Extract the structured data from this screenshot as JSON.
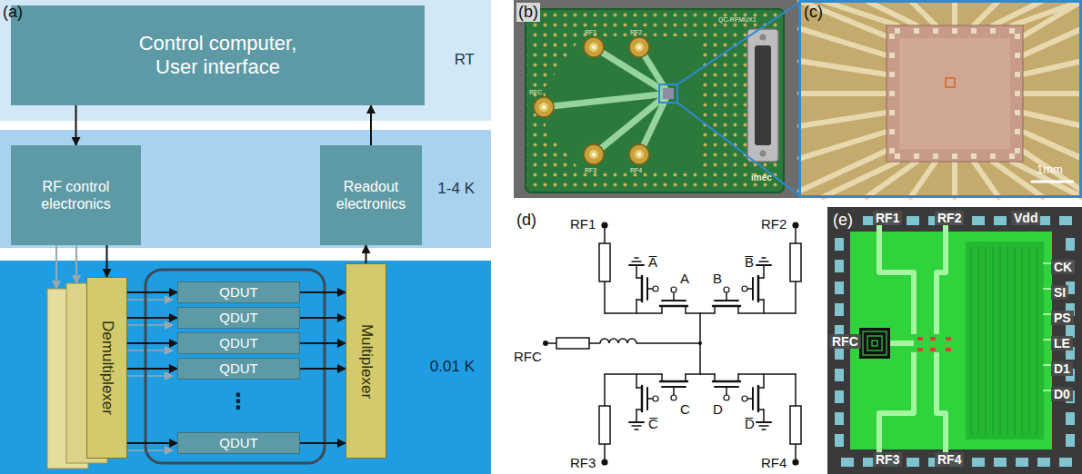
{
  "diagram": {
    "nodes": [
      {
        "text": [
          "RT"
        ]
      },
      {
        "text": [
          "Control computer, User interface"
        ],
        "in": 0
      },
      {
        "text": [
          "1-4 K"
        ]
      },
      {
        "text": [
          "RF control electronics"
        ],
        "in": 2
      },
      {
        "text": [
          "Readout electronics"
        ],
        "in": 2
      },
      {
        "text": [
          "0.01 K"
        ]
      },
      {
        "text": [
          "Demultiplexer"
        ],
        "in": 5
      },
      {
        "text": [
          "QDUT"
        ],
        "in": 5
      },
      {
        "text": [
          "QDUT"
        ],
        "in": 5
      },
      {
        "text": [
          "QDUT"
        ],
        "in": 5
      },
      {
        "text": [
          "QDUT"
        ],
        "in": 5
      },
      {
        "text": [
          "QDUT"
        ],
        "in": 5
      },
      {
        "text": [
          "Multiplexer"
        ],
        "in": 5
      }
    ],
    "edges": [
      {
        "from": 1,
        "to": 3,
        "arrow": "to"
      },
      {
        "from": 4,
        "to": 1,
        "arrow": "to"
      },
      {
        "from": 3,
        "to": 6,
        "arrow": "to"
      },
      {
        "from": 12,
        "to": 4,
        "arrow": "to"
      },
      {
        "from": 6,
        "to": 7,
        "arrow": "to"
      },
      {
        "from": 6,
        "to": 8,
        "arrow": "to"
      },
      {
        "from": 6,
        "to": 9,
        "arrow": "to"
      },
      {
        "from": 6,
        "to": 10,
        "arrow": "to"
      },
      {
        "from": 6,
        "to": 11,
        "arrow": "to"
      },
      {
        "from": 7,
        "to": 12,
        "arrow": "to"
      },
      {
        "from": 8,
        "to": 12,
        "arrow": "to"
      },
      {
        "from": 9,
        "to": 12,
        "arrow": "to"
      },
      {
        "from": 10,
        "to": 12,
        "arrow": "to"
      },
      {
        "from": 11,
        "to": 12,
        "arrow": "to"
      }
    ],
    "labels": [
      "(a)",
      "⋮",
      "(b)",
      "RF1",
      "RF2",
      "RFC",
      "RF3",
      "RF4",
      "QC-RFMUX1",
      "imec",
      "(c)",
      "1mm",
      "(d)",
      "RF1",
      "RF2",
      "RFC",
      "RF3",
      "RF4",
      "A̅",
      "A",
      "B",
      "B̅",
      "C",
      "C̅",
      "D",
      "D̅",
      "(e)",
      "RF1",
      "RF2",
      "Vdd",
      "CK",
      "SI",
      "PS",
      "LE",
      "D1",
      "D0",
      "RFC",
      "RF3",
      "RF4"
    ]
  }
}
